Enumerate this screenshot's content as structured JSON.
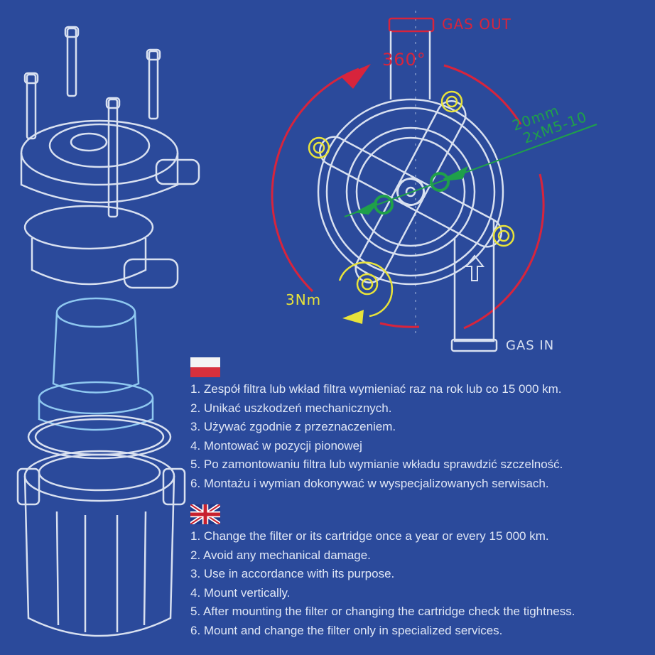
{
  "diagram": {
    "gas_out_label": "GAS OUT",
    "rotation_label": "360°",
    "bolt_label_line1": "20mm",
    "bolt_label_line2": "2xM5-10",
    "torque_label": "3Nm",
    "gas_in_label": "GAS IN",
    "colors": {
      "background": "#2b4a9b",
      "outline": "#d8e0f0",
      "rotation": "#d8243c",
      "torque": "#e8e33a",
      "bolt": "#1fa04a"
    }
  },
  "instructions_pl": {
    "flag": "poland-flag",
    "items": [
      "1. Zespół filtra lub wkład filtra wymieniać raz na rok lub co 15 000 km.",
      "2. Unikać uszkodzeń mechanicznych.",
      "3. Używać zgodnie z przeznaczeniem.",
      "4. Montować w pozycji pionowej",
      "5. Po zamontowaniu filtra lub wymianie wkładu sprawdzić szczelność.",
      "6. Montażu i wymian dokonywać w wyspecjalizowanych serwisach."
    ]
  },
  "instructions_en": {
    "flag": "uk-flag",
    "items": [
      "1. Change the filter or its cartridge once a year or every 15  000 km.",
      "2. Avoid any mechanical damage.",
      "3. Use in accordance with its purpose.",
      "4. Mount vertically.",
      "5. After mounting the filter or changing the cartridge check the tightness.",
      "6. Mount and change the filter only in specialized services."
    ]
  }
}
